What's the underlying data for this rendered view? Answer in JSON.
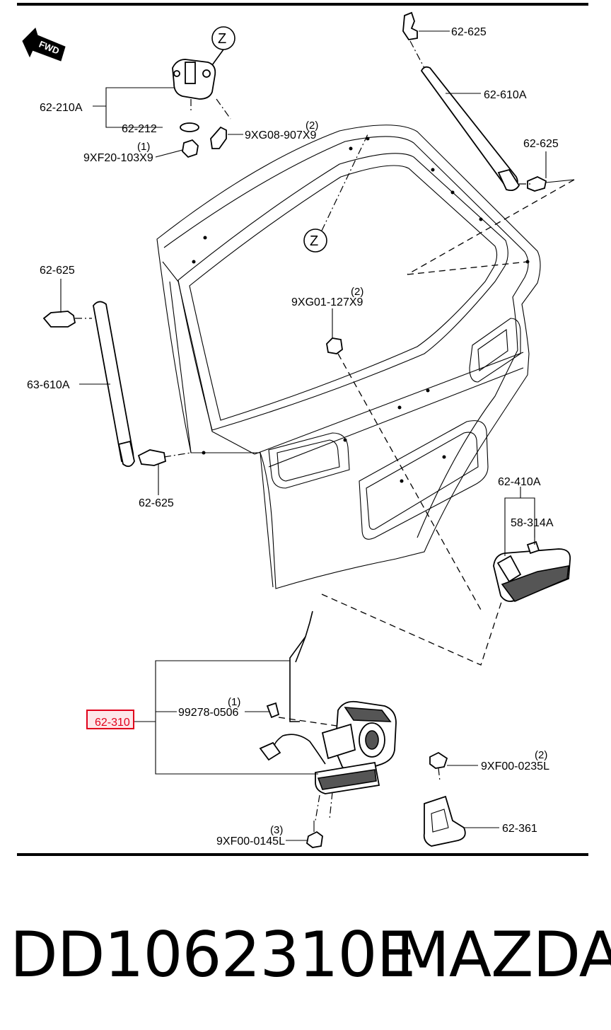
{
  "diagram": {
    "direction_marker": "FWD",
    "detail_marker": "Z",
    "highlight_color": "#e0001b",
    "labels": {
      "strut_mount_top": "62-625",
      "damper_right": "62-610A",
      "strut_mount_right": "62-625",
      "hinge": "62-210A",
      "hinge_spacer": "62-212",
      "hinge_bolt": "9XG08-907X9",
      "hinge_bolt_qty": "(2)",
      "hinge_nut": "9XF20-103X9",
      "hinge_nut_qty": "(1)",
      "strut_mount_left": "62-625",
      "damper_left": "63-610A",
      "strut_mount_left_bottom": "62-625",
      "center_nut": "9XG01-127X9",
      "center_nut_qty": "(2)",
      "handle": "62-410A",
      "handle_switch": "58-314A",
      "latch": "62-310",
      "latch_clip": "99278-0506",
      "latch_clip_qty": "(1)",
      "striker_bolt": "9XF00-0235L",
      "striker_bolt_qty": "(2)",
      "striker": "62-361",
      "latch_bolt": "9XF00-0145L",
      "latch_bolt_qty": "(3)"
    }
  },
  "caption": {
    "part_number": "DD1062310E",
    "brand": "MAZDA"
  }
}
